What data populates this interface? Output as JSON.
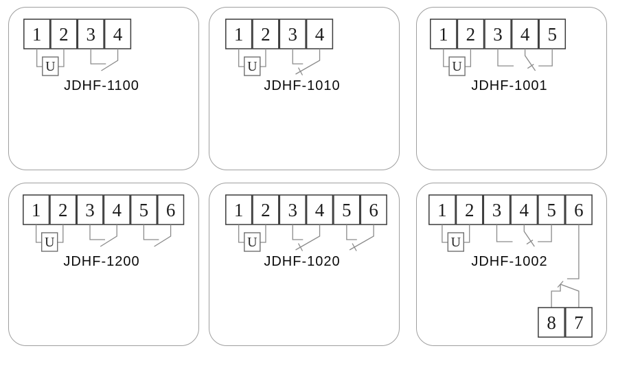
{
  "colors": {
    "background": "#ffffff",
    "panel_border": "#9e9e9e",
    "terminal_border": "#3a3a3a",
    "wire": "#8a8a8a",
    "text": "#1c1c1c"
  },
  "panels": [
    {
      "model": "JDHF-1100",
      "terminals": [
        "1",
        "2",
        "3",
        "4"
      ],
      "coil": {
        "label": "U",
        "between": [
          "1",
          "2"
        ]
      },
      "contacts": [
        {
          "type": "normally-open",
          "between": [
            "3",
            "4"
          ]
        }
      ]
    },
    {
      "model": "JDHF-1010",
      "terminals": [
        "1",
        "2",
        "3",
        "4"
      ],
      "coil": {
        "label": "U",
        "between": [
          "1",
          "2"
        ]
      },
      "contacts": [
        {
          "type": "normally-closed",
          "between": [
            "3",
            "4"
          ]
        }
      ]
    },
    {
      "model": "JDHF-1001",
      "terminals": [
        "1",
        "2",
        "3",
        "4",
        "5"
      ],
      "coil": {
        "label": "U",
        "between": [
          "1",
          "2"
        ]
      },
      "contacts": [
        {
          "type": "changeover",
          "between": [
            "3",
            "4",
            "5"
          ]
        }
      ]
    },
    {
      "model": "JDHF-1200",
      "terminals": [
        "1",
        "2",
        "3",
        "4",
        "5",
        "6"
      ],
      "coil": {
        "label": "U",
        "between": [
          "1",
          "2"
        ]
      },
      "contacts": [
        {
          "type": "normally-open",
          "between": [
            "3",
            "4"
          ]
        },
        {
          "type": "normally-open",
          "between": [
            "5",
            "6"
          ]
        }
      ]
    },
    {
      "model": "JDHF-1020",
      "terminals": [
        "1",
        "2",
        "3",
        "4",
        "5",
        "6"
      ],
      "coil": {
        "label": "U",
        "between": [
          "1",
          "2"
        ]
      },
      "contacts": [
        {
          "type": "normally-closed",
          "between": [
            "3",
            "4"
          ]
        },
        {
          "type": "normally-closed",
          "between": [
            "5",
            "6"
          ]
        }
      ]
    },
    {
      "model": "JDHF-1002",
      "terminals": [
        "1",
        "2",
        "3",
        "4",
        "5",
        "6"
      ],
      "coil": {
        "label": "U",
        "between": [
          "1",
          "2"
        ]
      },
      "contacts": [
        {
          "type": "changeover",
          "between": [
            "3",
            "4",
            "5"
          ]
        }
      ],
      "aux": {
        "linked_terminal": "6",
        "terminals": [
          "8",
          "7"
        ]
      }
    }
  ]
}
